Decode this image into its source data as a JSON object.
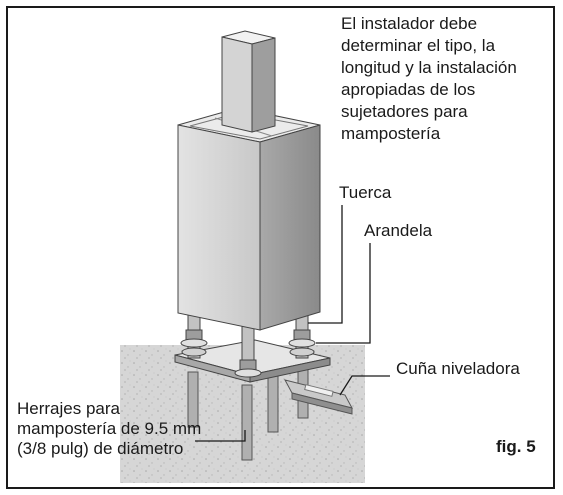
{
  "annotations": {
    "installer_note": "El instalador debe determinar el tipo, la longitud y la instalación apropiadas de los sujetadores para mampostería",
    "nut": "Tuerca",
    "washer": "Arandela",
    "leveling_shim": "Cuña niveladora",
    "masonry_hardware": "Herrajes para mampostería de 9.5 mm (3/8 pulg) de diámetro"
  },
  "figure_label": "fig. 5",
  "colors": {
    "frame": "#1a1a1a",
    "concrete": "#d6d6d6",
    "post_light": "#d9d9d9",
    "post_dark": "#9a9a9a",
    "leader": "#1a1a1a"
  }
}
